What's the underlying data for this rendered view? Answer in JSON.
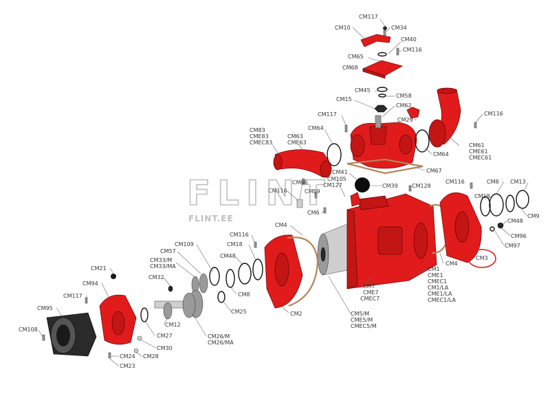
{
  "watermark": {
    "logo_text": "FLINT",
    "subtitle": "FLINT.EE"
  },
  "highlight_color": "#e11b1b",
  "part_color": "#e11b1b",
  "labels": {
    "cm117_top": "CM117",
    "cm10": "CM10",
    "cm34": "CM34",
    "cm40": "CM40",
    "cm116_top": "CM116",
    "cm65": "CM65",
    "cm68": "CM68",
    "cm45": "CM45",
    "cm58": "CM58",
    "cm15": "CM15",
    "cm62": "CM62",
    "cm117_mid": "CM117",
    "cm29": "CM29",
    "cm116_right": "CM116",
    "cm83": "CM83",
    "cme83": "CME83",
    "cmec83": "CMEC83",
    "cm63": "CM63",
    "cme63": "CME63",
    "cm64_a": "CM64",
    "cm64_b": "CM64",
    "cm61": "CM61",
    "cme61": "CME61",
    "cmec61": "CMEC61",
    "cm67": "CM67",
    "cm41": "CM41",
    "cm105": "CM105",
    "cm127": "CM127",
    "cm39": "CM39",
    "cm128": "CM128",
    "cm66": "CM66",
    "cm59": "CM59",
    "cm116_b": "CM116",
    "cm116_c": "CM116",
    "cm8_r": "CM8",
    "cm13": "CM13",
    "cm18_r": "CM18",
    "cm48_r": "CM48",
    "cm9": "CM9",
    "cm6": "CM6",
    "cm4_a": "CM4",
    "cm96": "CM96",
    "cm97": "CM97",
    "cm3": "CM3",
    "cm116_d": "CM116",
    "cm109": "CM109",
    "cm18_l": "CM18",
    "cm57": "CM57",
    "cm48_l": "CM48",
    "cm33m": "CM33/M",
    "cm33ma": "CM33/MA",
    "cm21": "CM21",
    "cm32": "CM32",
    "cm94": "CM94",
    "cm8_l": "CM8",
    "cm117_l": "CM117",
    "cm25": "CM25",
    "cm2": "CM2",
    "cm1": "CM1",
    "cme1": "CME1",
    "cmec1": "CMEC1",
    "cm1la": "CM1/LA",
    "cme1la": "CME1/LA",
    "cmec1la": "CMEC1/LA",
    "cm4_b": "CM4",
    "cm7": "CM7",
    "cme7": "CME7",
    "cmec7": "CMEC7",
    "cm95": "CM95",
    "cm12": "CM12",
    "cm27": "CM27",
    "cm26m": "CM26/M",
    "cm26ma": "CM26/MA",
    "cm5m": "CM5/M",
    "cme5m": "CME5/M",
    "cmec5m": "CMEC5/M",
    "cm108": "CM108",
    "cm30": "CM30",
    "cm28": "CM28",
    "cm24": "CM24",
    "cm23": "CM23"
  }
}
